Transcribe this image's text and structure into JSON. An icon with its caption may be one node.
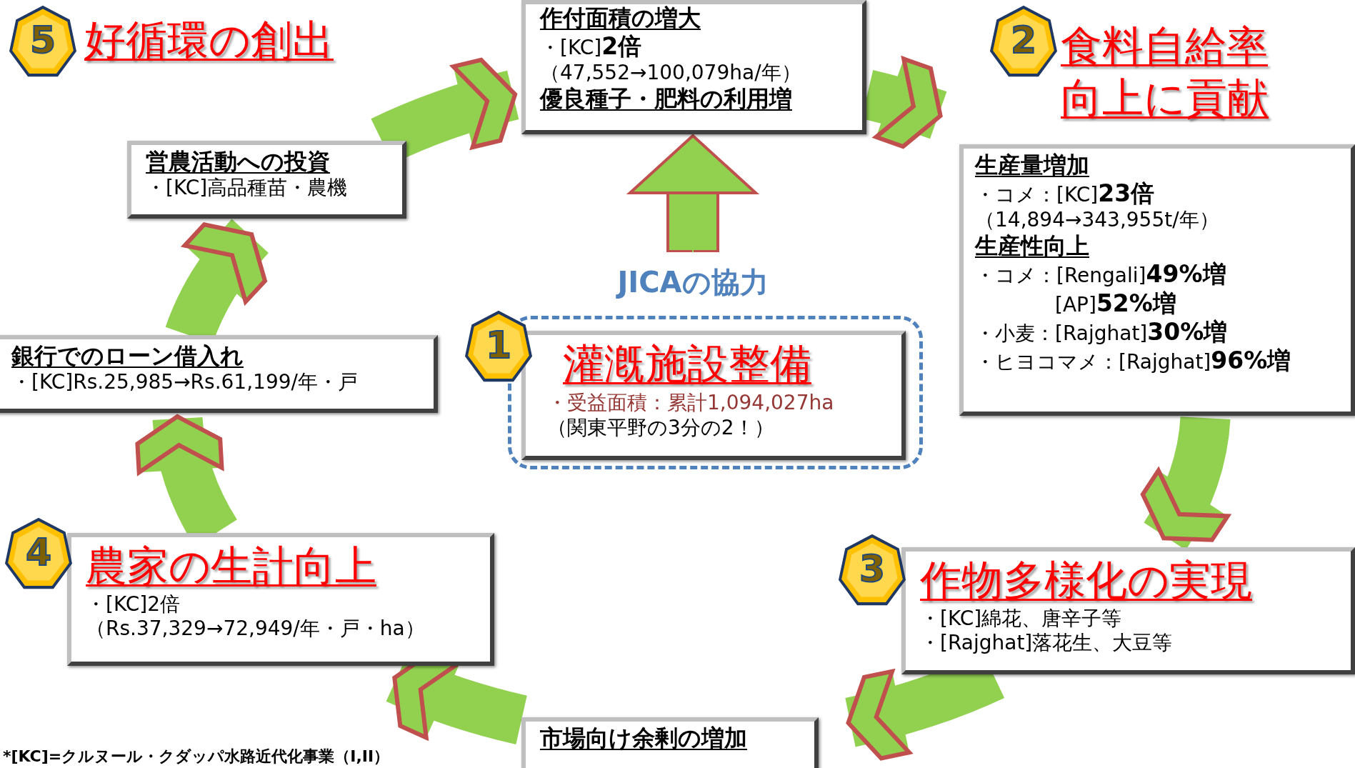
{
  "diagram": {
    "nodes": [
      {
        "text": [
          "5",
          "好循環の創出"
        ]
      },
      {
        "text": [
          "作付面積の増大",
          "・[KC]**2倍**",
          "（47,552→100,079ha/年）",
          "優良種子・肥料の利用増"
        ]
      },
      {
        "text": [
          "2",
          "食料自給率向上に貢献"
        ]
      },
      {
        "text": [
          "営農活動への投資",
          "・[KC]高品種苗・農機"
        ]
      },
      {
        "text": [
          "生産量増加",
          "・コメ：[KC]**23倍**",
          "（14,894→343,955t/年）",
          "生産性向上",
          "・コメ：[Rengali]**49%増**",
          "[AP]**52%増**",
          "・小麦：[Rajghat]**30%増**",
          "・ヒヨコマメ：[Rajghat]**96%増**"
        ]
      },
      {
        "text": [
          "JICAの協力"
        ]
      },
      {
        "text": [
          "銀行でのローン借入れ",
          "・[KC]Rs.25,985→Rs.61,199/年・戸"
        ]
      },
      {
        "text": [
          "1"
        ]
      },
      {
        "text": [],
        "shape": "box"
      },
      {
        "text": [
          "灌漑施設整備",
          "・受益面積：累計1,094,027ha",
          "（関東平野の3分の2！）"
        ],
        "in": 8
      },
      {
        "text": [
          "4"
        ]
      },
      {
        "text": [
          "農家の生計向上",
          "・[KC]2倍",
          "（Rs.37,329→72,949/年・戸・ha）"
        ]
      },
      {
        "text": [
          "3"
        ]
      },
      {
        "text": [
          "作物多様化の実現",
          "・[KC]綿花、唐辛子等",
          "・[Rajghat]落花生、大豆等"
        ]
      },
      {
        "text": [
          "市場向け余剰の増加"
        ]
      }
    ],
    "edges": [
      {
        "from": 3,
        "to": 1,
        "arrow": "to"
      },
      {
        "from": 1,
        "to": 4,
        "arrow": "to"
      },
      {
        "from": 4,
        "to": 13,
        "arrow": "to"
      },
      {
        "from": 13,
        "to": 14,
        "arrow": "to"
      },
      {
        "from": 14,
        "to": 11,
        "arrow": "to"
      },
      {
        "from": 11,
        "to": 6,
        "arrow": "to"
      },
      {
        "from": 6,
        "to": 3,
        "arrow": "to"
      },
      {
        "from": 5,
        "to": 1,
        "arrow": "to"
      }
    ],
    "labels": [
      "*[KC]=クルヌール・クダッパ水路近代化事業（I,II）"
    ]
  }
}
